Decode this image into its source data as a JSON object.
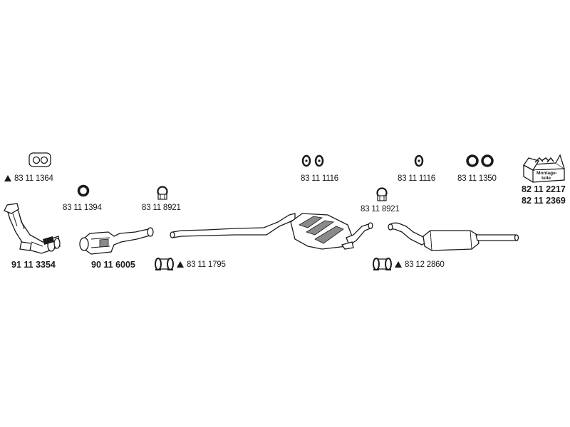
{
  "labels": {
    "gasket_front": "83 11 1364",
    "ring_front": "83 11 1394",
    "clamp_1": "83 11 8921",
    "rings_mid": "83 11 1116",
    "rings_rear_a": "83 11 1116",
    "rings_rear_b": "83 11 1350",
    "clamp_2": "83 11 8921",
    "front_pipe": "91 11 3354",
    "catalyst": "90 11 6005",
    "clamp_assembly_1": "83 11 1795",
    "clamp_assembly_2": "83 12 2860",
    "kit_a": "82 11 2217",
    "kit_b": "82 11 2369"
  },
  "kit_box_text": [
    "Montage-",
    "teile"
  ],
  "colors": {
    "line": "#1a1a1a",
    "shade": "#8a8a8a"
  }
}
